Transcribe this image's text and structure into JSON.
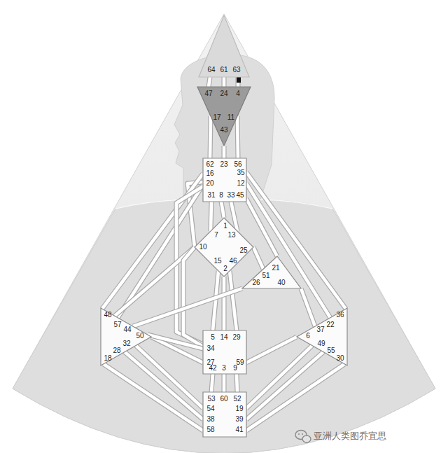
{
  "diagram": {
    "nodes": [
      {
        "text": [
          "64",
          "61",
          "63"
        ]
      },
      {
        "text": [
          "47",
          "24",
          "4",
          "17",
          "11",
          "43"
        ]
      },
      {
        "text": [
          "62",
          "23",
          "56",
          "16",
          "35",
          "20",
          "12",
          "31",
          "8",
          "33",
          "45"
        ]
      },
      {
        "text": [
          "1",
          "7",
          "13",
          "10",
          "25",
          "15",
          "46",
          "2"
        ]
      },
      {
        "text": [
          "21",
          "51",
          "26",
          "40"
        ]
      },
      {
        "text": [
          "48",
          "57",
          "44",
          "50",
          "32",
          "28",
          "18"
        ]
      },
      {
        "text": [
          "5",
          "14",
          "29",
          "34",
          "27",
          "59",
          "42",
          "3",
          "9"
        ]
      },
      {
        "text": [
          "36",
          "22",
          "37",
          "6",
          "49",
          "55",
          "30"
        ]
      },
      {
        "text": [
          "53",
          "60",
          "52",
          "54",
          "19",
          "38",
          "39",
          "58",
          "41"
        ]
      }
    ],
    "edges": [
      {
        "from": 0,
        "to": 1,
        "arrow": "none"
      },
      {
        "from": 0,
        "to": 1,
        "arrow": "none"
      },
      {
        "from": 0,
        "to": 1,
        "arrow": "none"
      },
      {
        "from": 1,
        "to": 2,
        "arrow": "none"
      },
      {
        "from": 1,
        "to": 2,
        "arrow": "none"
      },
      {
        "from": 1,
        "to": 2,
        "arrow": "none"
      },
      {
        "from": 2,
        "to": 3,
        "arrow": "none"
      },
      {
        "from": 2,
        "to": 3,
        "arrow": "none"
      },
      {
        "from": 2,
        "to": 3,
        "arrow": "none"
      },
      {
        "from": 2,
        "to": 3,
        "arrow": "none"
      },
      {
        "from": 2,
        "to": 5,
        "arrow": "none"
      },
      {
        "from": 2,
        "to": 5,
        "arrow": "none"
      },
      {
        "from": 2,
        "to": 6,
        "arrow": "none"
      },
      {
        "from": 2,
        "to": 4,
        "arrow": "none"
      },
      {
        "from": 2,
        "to": 7,
        "arrow": "none"
      },
      {
        "from": 2,
        "to": 7,
        "arrow": "none"
      },
      {
        "from": 3,
        "to": 4,
        "arrow": "none"
      },
      {
        "from": 3,
        "to": 5,
        "arrow": "none"
      },
      {
        "from": 3,
        "to": 6,
        "arrow": "none"
      },
      {
        "from": 3,
        "to": 6,
        "arrow": "none"
      },
      {
        "from": 3,
        "to": 6,
        "arrow": "none"
      },
      {
        "from": 3,
        "to": 6,
        "arrow": "none"
      },
      {
        "from": 4,
        "to": 5,
        "arrow": "none"
      },
      {
        "from": 4,
        "to": 7,
        "arrow": "none"
      },
      {
        "from": 5,
        "to": 6,
        "arrow": "none"
      },
      {
        "from": 5,
        "to": 6,
        "arrow": "none"
      },
      {
        "from": 6,
        "to": 7,
        "arrow": "none"
      },
      {
        "from": 5,
        "to": 8,
        "arrow": "none"
      },
      {
        "from": 5,
        "to": 8,
        "arrow": "none"
      },
      {
        "from": 5,
        "to": 8,
        "arrow": "none"
      },
      {
        "from": 6,
        "to": 8,
        "arrow": "none"
      },
      {
        "from": 6,
        "to": 8,
        "arrow": "none"
      },
      {
        "from": 6,
        "to": 8,
        "arrow": "none"
      },
      {
        "from": 7,
        "to": 8,
        "arrow": "none"
      },
      {
        "from": 7,
        "to": 8,
        "arrow": "none"
      },
      {
        "from": 7,
        "to": 8,
        "arrow": "none"
      }
    ],
    "labels": [
      "亚洲人类图乔宜思"
    ]
  }
}
